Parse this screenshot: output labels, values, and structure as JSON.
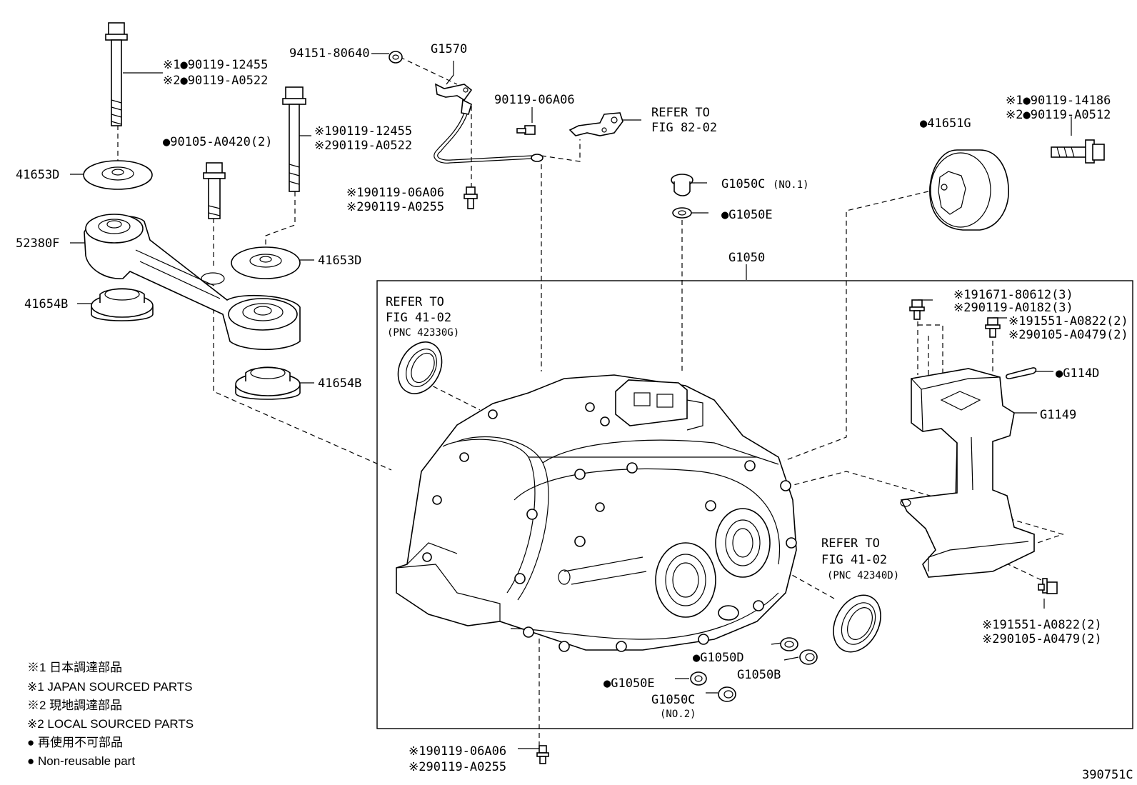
{
  "diagram_id": "390751C",
  "refs": {
    "fig_82_02": [
      "REFER TO",
      "FIG 82-02"
    ],
    "fig_41_02_a": [
      "REFER TO",
      "FIG 41-02",
      "(PNC 42330G)"
    ],
    "fig_41_02_b": [
      "REFER TO",
      "FIG 41-02",
      "(PNC 42340D)"
    ]
  },
  "parts": {
    "bolt_top_left": [
      "※1●90119-12455",
      "※2●90119-A0522"
    ],
    "bolt_mid": [
      "●90105-A0420(2)"
    ],
    "bolt_center": [
      "※190119-12455",
      "※290119-A0522"
    ],
    "p41653D_a": "41653D",
    "p41653D_b": "41653D",
    "p52380F": "52380F",
    "p41654B_a": "41654B",
    "p41654B_b": "41654B",
    "p94151": "94151-80640",
    "g1570": "G1570",
    "bolt_06A06": "90119-06A06",
    "bolt_ground": [
      "※190119-06A06",
      "※290119-A0255"
    ],
    "g1050c_top": "G1050C",
    "g1050c_top_no": "(NO.1)",
    "g1050e_top": "●G1050E",
    "g1050": "G1050",
    "p41651G": "●41651G",
    "bolt_right_top": [
      "※1●90119-14186",
      "※2●90119-A0512"
    ],
    "bolt_g1149_a": [
      "※191671-80612(3)",
      "※290119-A0182(3)"
    ],
    "bolt_g1149_b": [
      "※191551-A0822(2)",
      "※290105-A0479(2)"
    ],
    "g114d": "●G114D",
    "g1149": "G1149",
    "bolt_g1149_c": [
      "※191551-A0822(2)",
      "※290105-A0479(2)"
    ],
    "g1050d": "●G1050D",
    "g1050b": "G1050B",
    "g1050e_bot": "●G1050E",
    "g1050c_bot": "G1050C",
    "g1050c_bot_no": "(NO.2)",
    "bolt_bottom": [
      "※190119-06A06",
      "※290119-A0255"
    ]
  },
  "legend": [
    "※1 日本調達部品",
    "※1 JAPAN SOURCED PARTS",
    "※2 現地調達部品",
    "※2 LOCAL SOURCED PARTS",
    "● 再使用不可部品",
    "● Non-reusable part"
  ]
}
